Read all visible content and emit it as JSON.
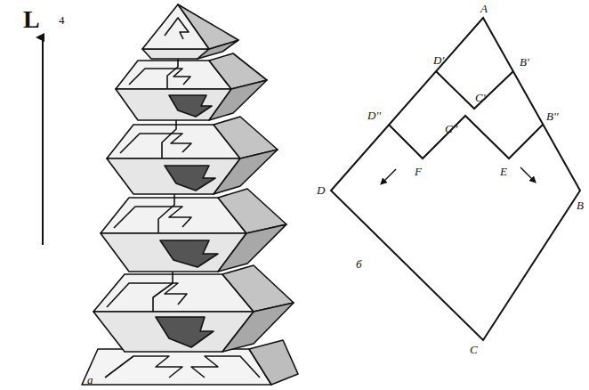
{
  "diagram": {
    "labels": [
      "L",
      "4",
      "a",
      "A",
      "D'",
      "B'",
      "D''",
      "C'",
      "C''",
      "B''",
      "F",
      "E",
      "D",
      "B",
      "б",
      "C"
    ]
  }
}
